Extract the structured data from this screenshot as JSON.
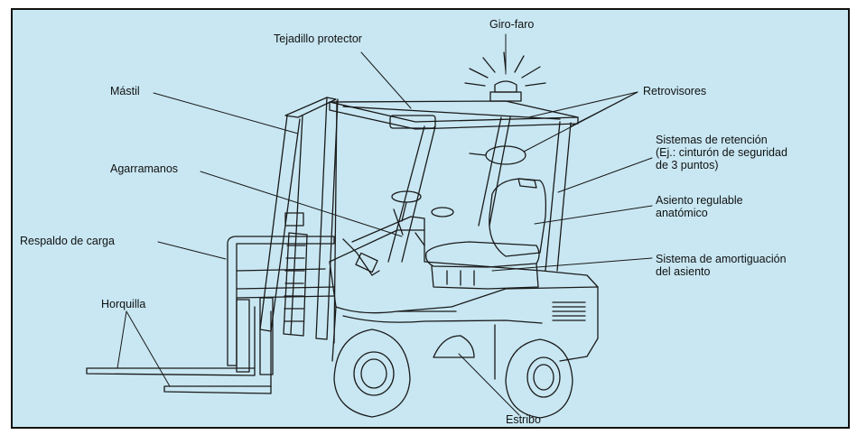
{
  "labels": {
    "giro_faro": "Giro-faro",
    "tejadillo": "Tejadillo protector",
    "mastil": "Mástil",
    "retrovisores": "Retrovisores",
    "retencion_1": "Sistemas de retención",
    "retencion_2": "(Ej.: cinturón de seguridad",
    "retencion_3": "de 3 puntos)",
    "agarramanos": "Agarramanos",
    "asiento_1": "Asiento regulable",
    "asiento_2": "anatómico",
    "respaldo": "Respaldo de carga",
    "amortiguacion_1": "Sistema de amortiguación",
    "amortiguacion_2": "del asiento",
    "horquilla": "Horquilla",
    "estribo": "Estribo"
  },
  "colors": {
    "background": "#c8e7f2",
    "line": "#1a1a1a"
  }
}
